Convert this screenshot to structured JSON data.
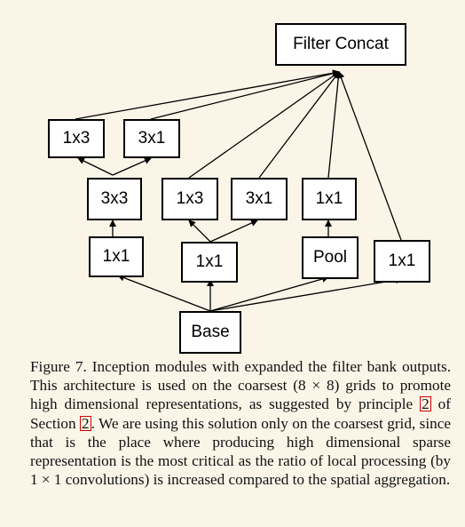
{
  "nodes": {
    "filter_concat": "Filter Concat",
    "b1_1x3": "1x3",
    "b1_3x1": "3x1",
    "b1_3x3": "3x3",
    "b1_1x1": "1x1",
    "b2_1x3": "1x3",
    "b2_3x1": "3x1",
    "b2_1x1": "1x1",
    "b3_1x1": "1x1",
    "b3_pool": "Pool",
    "b4_1x1": "1x1",
    "base": "Base"
  },
  "caption": {
    "part1": "Figure 7. Inception modules with expanded the filter bank outputs. This architecture is used on the coarsest (8 × 8) grids to promote high dimensional representations, as suggested by principle ",
    "ref1": "2",
    "part2": " of Section ",
    "ref2": "2",
    "part3": ". We are using this solution only on the coarsest grid, since that is the place where producing high dimensional sparse representation is the most critical as the ratio of local processing (by 1 × 1 convolutions) is increased compared to the spatial aggregation."
  }
}
